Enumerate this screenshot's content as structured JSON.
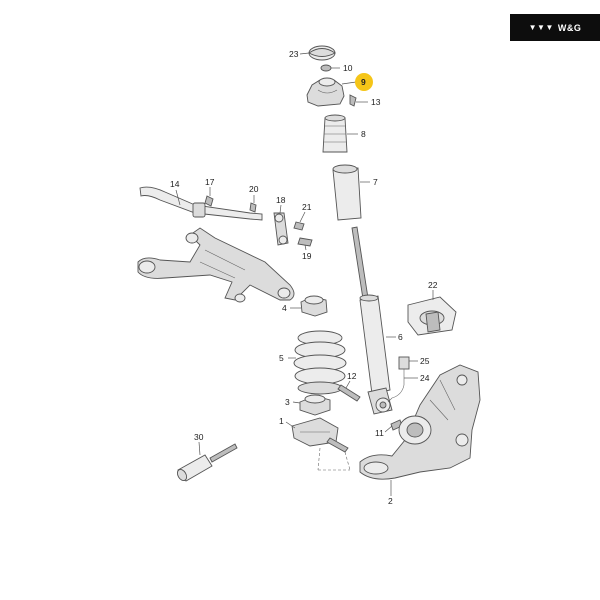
{
  "logo": {
    "mark": "▼▼▼",
    "text": "W&G"
  },
  "highlight_color": "#f5c518",
  "callouts": [
    {
      "id": "23",
      "text": "23"
    },
    {
      "id": "10",
      "text": "10"
    },
    {
      "id": "9",
      "text": "9",
      "highlighted": true
    },
    {
      "id": "13",
      "text": "13"
    },
    {
      "id": "8",
      "text": "8"
    },
    {
      "id": "7",
      "text": "7"
    },
    {
      "id": "14",
      "text": "14"
    },
    {
      "id": "17",
      "text": "17"
    },
    {
      "id": "20",
      "text": "20"
    },
    {
      "id": "18",
      "text": "18"
    },
    {
      "id": "21",
      "text": "21"
    },
    {
      "id": "19",
      "text": "19"
    },
    {
      "id": "22",
      "text": "22"
    },
    {
      "id": "4",
      "text": "4"
    },
    {
      "id": "6",
      "text": "6"
    },
    {
      "id": "5",
      "text": "5"
    },
    {
      "id": "25",
      "text": "25"
    },
    {
      "id": "24",
      "text": "24"
    },
    {
      "id": "12",
      "text": "12"
    },
    {
      "id": "3",
      "text": "3"
    },
    {
      "id": "1",
      "text": "1"
    },
    {
      "id": "11",
      "text": "11"
    },
    {
      "id": "30",
      "text": "30"
    },
    {
      "id": "2",
      "text": "2"
    }
  ]
}
